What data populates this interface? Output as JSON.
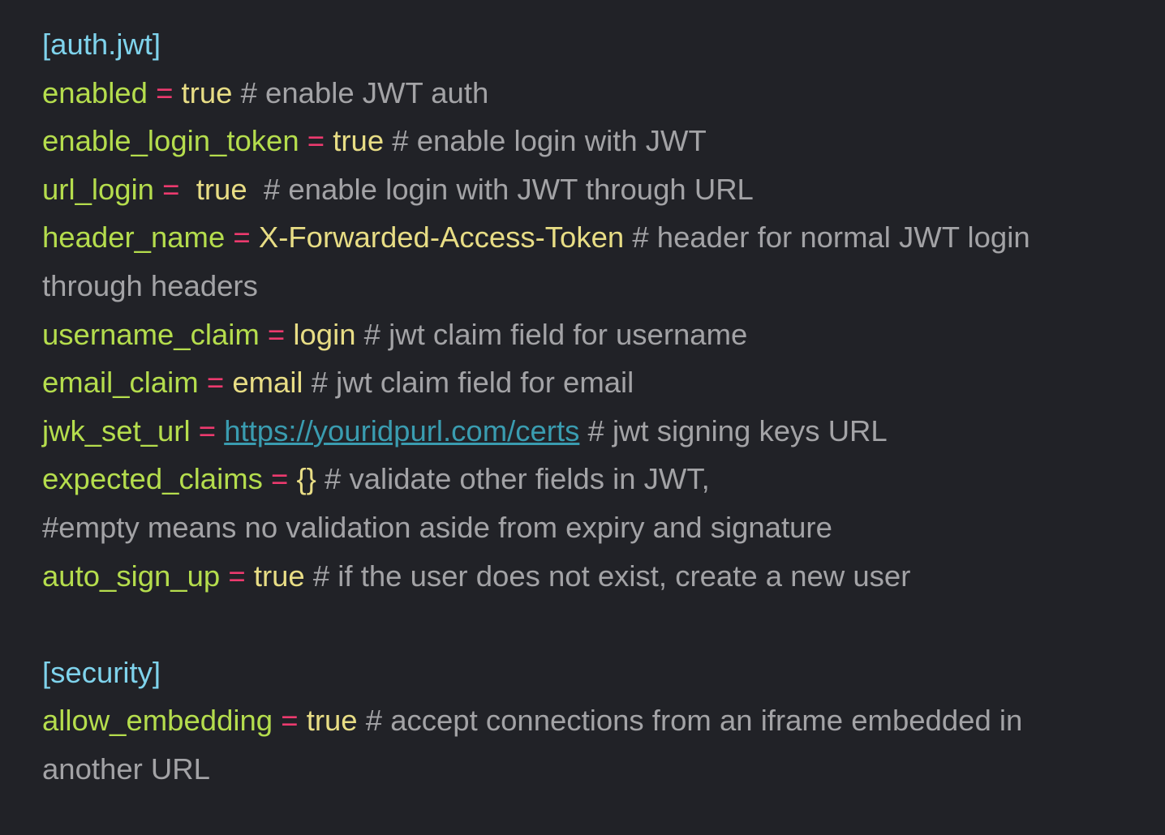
{
  "colors": {
    "background": "#212227",
    "section": "#7fd3ec",
    "key": "#b5dd4d",
    "operator": "#ec3a6e",
    "value": "#e8dd85",
    "comment": "#a3a3a6",
    "link": "#3a9cb0"
  },
  "lines": [
    [
      {
        "t": "sec",
        "s": "[auth.jwt]"
      }
    ],
    [
      {
        "t": "key",
        "s": "enabled"
      },
      {
        "t": "op",
        "s": " = "
      },
      {
        "t": "val",
        "s": "true"
      },
      {
        "t": "cm",
        "s": " # enable JWT auth"
      }
    ],
    [
      {
        "t": "key",
        "s": "enable_login_token"
      },
      {
        "t": "op",
        "s": " = "
      },
      {
        "t": "val",
        "s": "true"
      },
      {
        "t": "cm",
        "s": " # enable login with JWT"
      }
    ],
    [
      {
        "t": "key",
        "s": "url_login"
      },
      {
        "t": "op",
        "s": " =  "
      },
      {
        "t": "val",
        "s": "true"
      },
      {
        "t": "cm",
        "s": "  # enable login with JWT through URL"
      }
    ],
    [
      {
        "t": "key",
        "s": "header_name"
      },
      {
        "t": "op",
        "s": " = "
      },
      {
        "t": "val",
        "s": "X-Forwarded-Access-Token"
      },
      {
        "t": "cm",
        "s": " # header for normal JWT login"
      }
    ],
    [
      {
        "t": "cm",
        "s": "through headers"
      }
    ],
    [
      {
        "t": "key",
        "s": "username_claim"
      },
      {
        "t": "op",
        "s": " = "
      },
      {
        "t": "val",
        "s": "login"
      },
      {
        "t": "cm",
        "s": " # jwt claim field for username"
      }
    ],
    [
      {
        "t": "key",
        "s": "email_claim"
      },
      {
        "t": "op",
        "s": " = "
      },
      {
        "t": "val",
        "s": "email"
      },
      {
        "t": "cm",
        "s": " # jwt claim field for email"
      }
    ],
    [
      {
        "t": "key",
        "s": "jwk_set_url"
      },
      {
        "t": "op",
        "s": " = "
      },
      {
        "t": "link",
        "s": "https://youridpurl.com/certs"
      },
      {
        "t": "cm",
        "s": " # jwt signing keys URL"
      }
    ],
    [
      {
        "t": "key",
        "s": "expected_claims"
      },
      {
        "t": "op",
        "s": " = "
      },
      {
        "t": "val",
        "s": "{}"
      },
      {
        "t": "cm",
        "s": " # validate other fields in JWT,"
      }
    ],
    [
      {
        "t": "cm",
        "s": "#empty means no validation aside from expiry and signature"
      }
    ],
    [
      {
        "t": "key",
        "s": "auto_sign_up"
      },
      {
        "t": "op",
        "s": " = "
      },
      {
        "t": "val",
        "s": "true"
      },
      {
        "t": "cm",
        "s": " # if the user does not exist, create a new user"
      }
    ],
    [],
    [
      {
        "t": "sec",
        "s": "[security]"
      }
    ],
    [
      {
        "t": "key",
        "s": "allow_embedding"
      },
      {
        "t": "op",
        "s": " = "
      },
      {
        "t": "val",
        "s": "true"
      },
      {
        "t": "cm",
        "s": " # accept connections from an iframe embedded in"
      }
    ],
    [
      {
        "t": "cm",
        "s": "another URL"
      }
    ]
  ]
}
